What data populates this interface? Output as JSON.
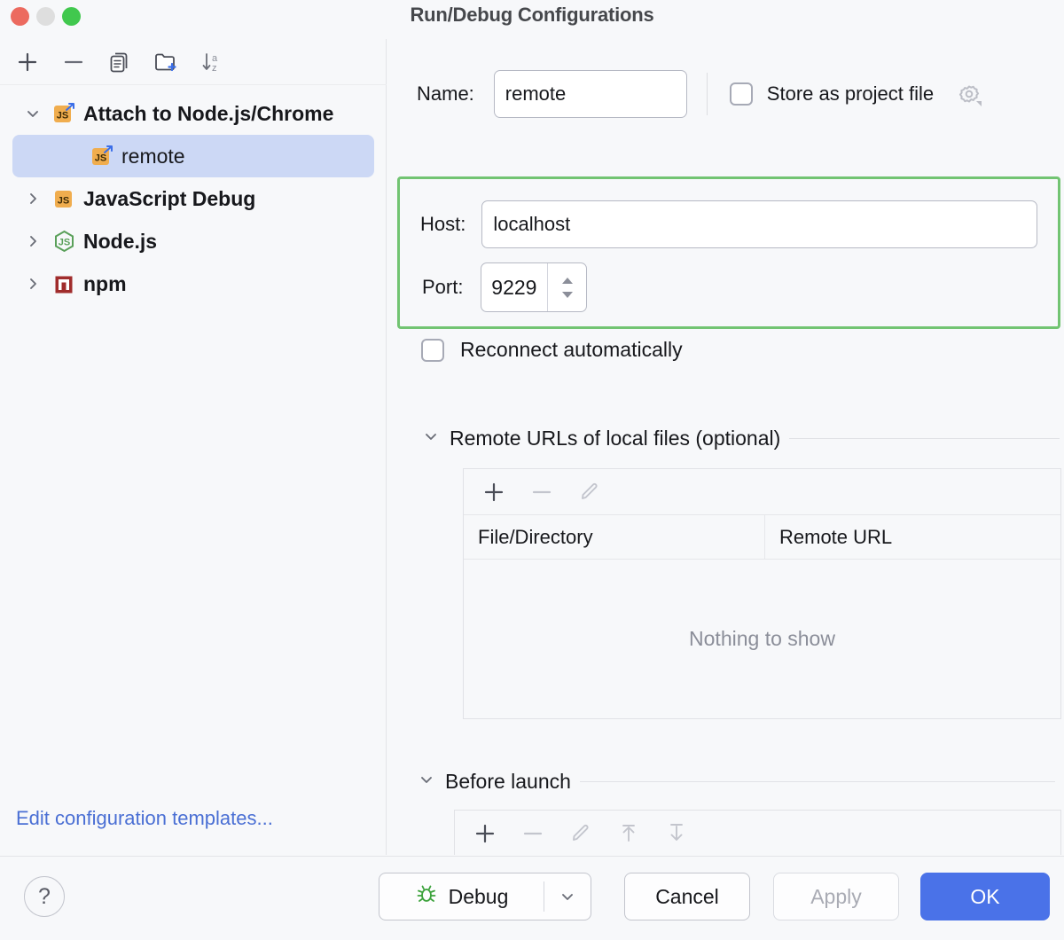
{
  "window": {
    "title": "Run/Debug Configurations",
    "traffic_lights": [
      "close",
      "minimize",
      "zoom"
    ]
  },
  "sidebar": {
    "toolbar": [
      {
        "name": "add-configuration-button",
        "icon": "plus-icon"
      },
      {
        "name": "remove-configuration-button",
        "icon": "minus-icon"
      },
      {
        "name": "copy-configuration-button",
        "icon": "copy-icon"
      },
      {
        "name": "new-folder-button",
        "icon": "folder-plus-icon"
      },
      {
        "name": "sort-configurations-button",
        "icon": "sort-az-icon"
      }
    ],
    "items": [
      {
        "label": "Attach to Node.js/Chrome",
        "icon": "js-attach-icon",
        "expanded": true,
        "selected": false,
        "child": false
      },
      {
        "label": "remote",
        "icon": "js-attach-icon",
        "expanded": false,
        "selected": true,
        "child": true
      },
      {
        "label": "JavaScript Debug",
        "icon": "js-icon",
        "expanded": false,
        "selected": false,
        "child": false
      },
      {
        "label": "Node.js",
        "icon": "nodejs-icon",
        "expanded": false,
        "selected": false,
        "child": false
      },
      {
        "label": "npm",
        "icon": "npm-icon",
        "expanded": false,
        "selected": false,
        "child": false
      }
    ],
    "edit_templates_link": "Edit configuration templates..."
  },
  "form": {
    "name_label": "Name:",
    "name_value": "remote",
    "store_as_project_file_label": "Store as project file",
    "store_as_project_file_checked": false,
    "host_label": "Host:",
    "host_value": "localhost",
    "port_label": "Port:",
    "port_value": "9229",
    "reconnect_label": "Reconnect automatically",
    "reconnect_checked": false,
    "highlight_color": "#72c472"
  },
  "remote_urls": {
    "section_title": "Remote URLs of local files (optional)",
    "expanded": true,
    "toolbar": [
      {
        "name": "add-remote-url-button",
        "icon": "plus-icon",
        "enabled": true
      },
      {
        "name": "remove-remote-url-button",
        "icon": "minus-icon",
        "enabled": false
      },
      {
        "name": "edit-remote-url-button",
        "icon": "pencil-icon",
        "enabled": false
      }
    ],
    "columns": [
      "File/Directory",
      "Remote URL"
    ],
    "rows": [],
    "empty_text": "Nothing to show"
  },
  "before_launch": {
    "section_title": "Before launch",
    "expanded": true,
    "toolbar": [
      {
        "name": "add-task-button",
        "icon": "plus-icon",
        "enabled": true
      },
      {
        "name": "remove-task-button",
        "icon": "minus-icon",
        "enabled": false
      },
      {
        "name": "edit-task-button",
        "icon": "pencil-icon",
        "enabled": false
      },
      {
        "name": "move-task-up-button",
        "icon": "arrow-up-icon",
        "enabled": false
      },
      {
        "name": "move-task-down-button",
        "icon": "arrow-down-icon",
        "enabled": false
      }
    ],
    "rows": []
  },
  "footer": {
    "help_label": "?",
    "debug_label": "Debug",
    "cancel_label": "Cancel",
    "apply_label": "Apply",
    "apply_enabled": false,
    "ok_label": "OK",
    "ok_color": "#4a72e8"
  }
}
